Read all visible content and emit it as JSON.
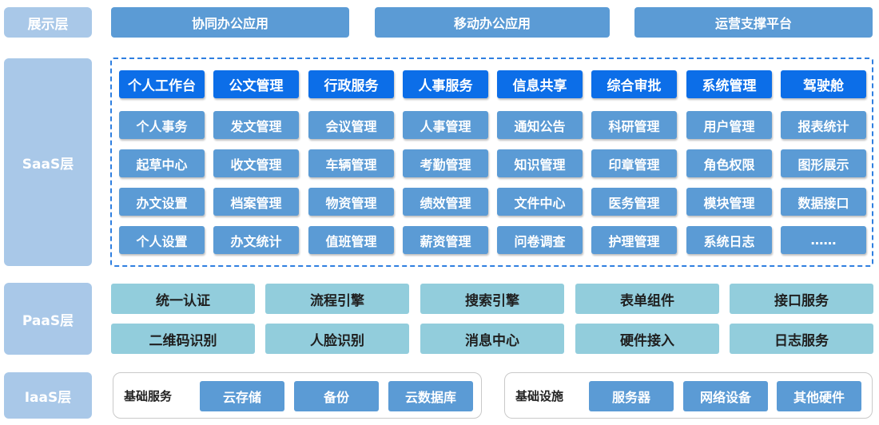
{
  "layers": {
    "presentation": "展示层",
    "saas": "SaaS层",
    "paas": "PaaS层",
    "iaas": "IaaS层"
  },
  "presentation": {
    "items": [
      "协同办公应用",
      "移动办公应用",
      "运营支撑平台"
    ]
  },
  "saas": {
    "headers": [
      "个人工作台",
      "公文管理",
      "行政服务",
      "人事服务",
      "信息共享",
      "综合审批",
      "系统管理",
      "驾驶舱"
    ],
    "rows": [
      [
        "个人事务",
        "发文管理",
        "会议管理",
        "人事管理",
        "通知公告",
        "科研管理",
        "用户管理",
        "报表统计"
      ],
      [
        "起草中心",
        "收文管理",
        "车辆管理",
        "考勤管理",
        "知识管理",
        "印章管理",
        "角色权限",
        "图形展示"
      ],
      [
        "办文设置",
        "档案管理",
        "物资管理",
        "绩效管理",
        "文件中心",
        "医务管理",
        "模块管理",
        "数据接口"
      ],
      [
        "个人设置",
        "办文统计",
        "值班管理",
        "薪资管理",
        "问卷调查",
        "护理管理",
        "系统日志",
        "……"
      ]
    ]
  },
  "paas": {
    "row1": [
      "统一认证",
      "流程引擎",
      "搜索引擎",
      "表单组件",
      "接口服务"
    ],
    "row2": [
      "二维码识别",
      "人脸识别",
      "消息中心",
      "硬件接入",
      "日志服务"
    ]
  },
  "iaas": {
    "groups": [
      {
        "title": "基础服务",
        "items": [
          "云存储",
          "备份",
          "云数据库"
        ]
      },
      {
        "title": "基础设施",
        "items": [
          "服务器",
          "网络设备",
          "其他硬件"
        ]
      }
    ]
  },
  "colors": {
    "layer_label_bg": "#a9c8e8",
    "button_blue": "#5b9bd5",
    "header_blue": "#0c6ee8",
    "paas_teal": "#92cddc",
    "frame_dash": "#2f7fe0"
  }
}
